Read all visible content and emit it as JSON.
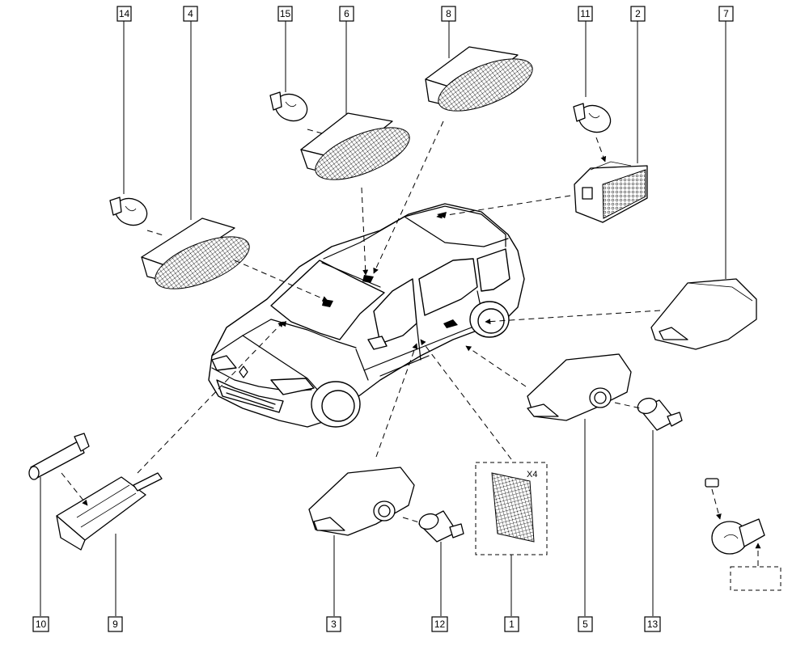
{
  "diagram": {
    "callouts": [
      {
        "id": "c14",
        "label": "14"
      },
      {
        "id": "c4",
        "label": "4"
      },
      {
        "id": "c15",
        "label": "15"
      },
      {
        "id": "c6",
        "label": "6"
      },
      {
        "id": "c8",
        "label": "8"
      },
      {
        "id": "c11",
        "label": "11"
      },
      {
        "id": "c2",
        "label": "2"
      },
      {
        "id": "c7",
        "label": "7"
      },
      {
        "id": "c10",
        "label": "10"
      },
      {
        "id": "c9",
        "label": "9"
      },
      {
        "id": "c3",
        "label": "3"
      },
      {
        "id": "c12",
        "label": "12"
      },
      {
        "id": "c1",
        "label": "1"
      },
      {
        "id": "c5",
        "label": "5"
      },
      {
        "id": "c13",
        "label": "13"
      }
    ],
    "quantity_label": "X4"
  }
}
